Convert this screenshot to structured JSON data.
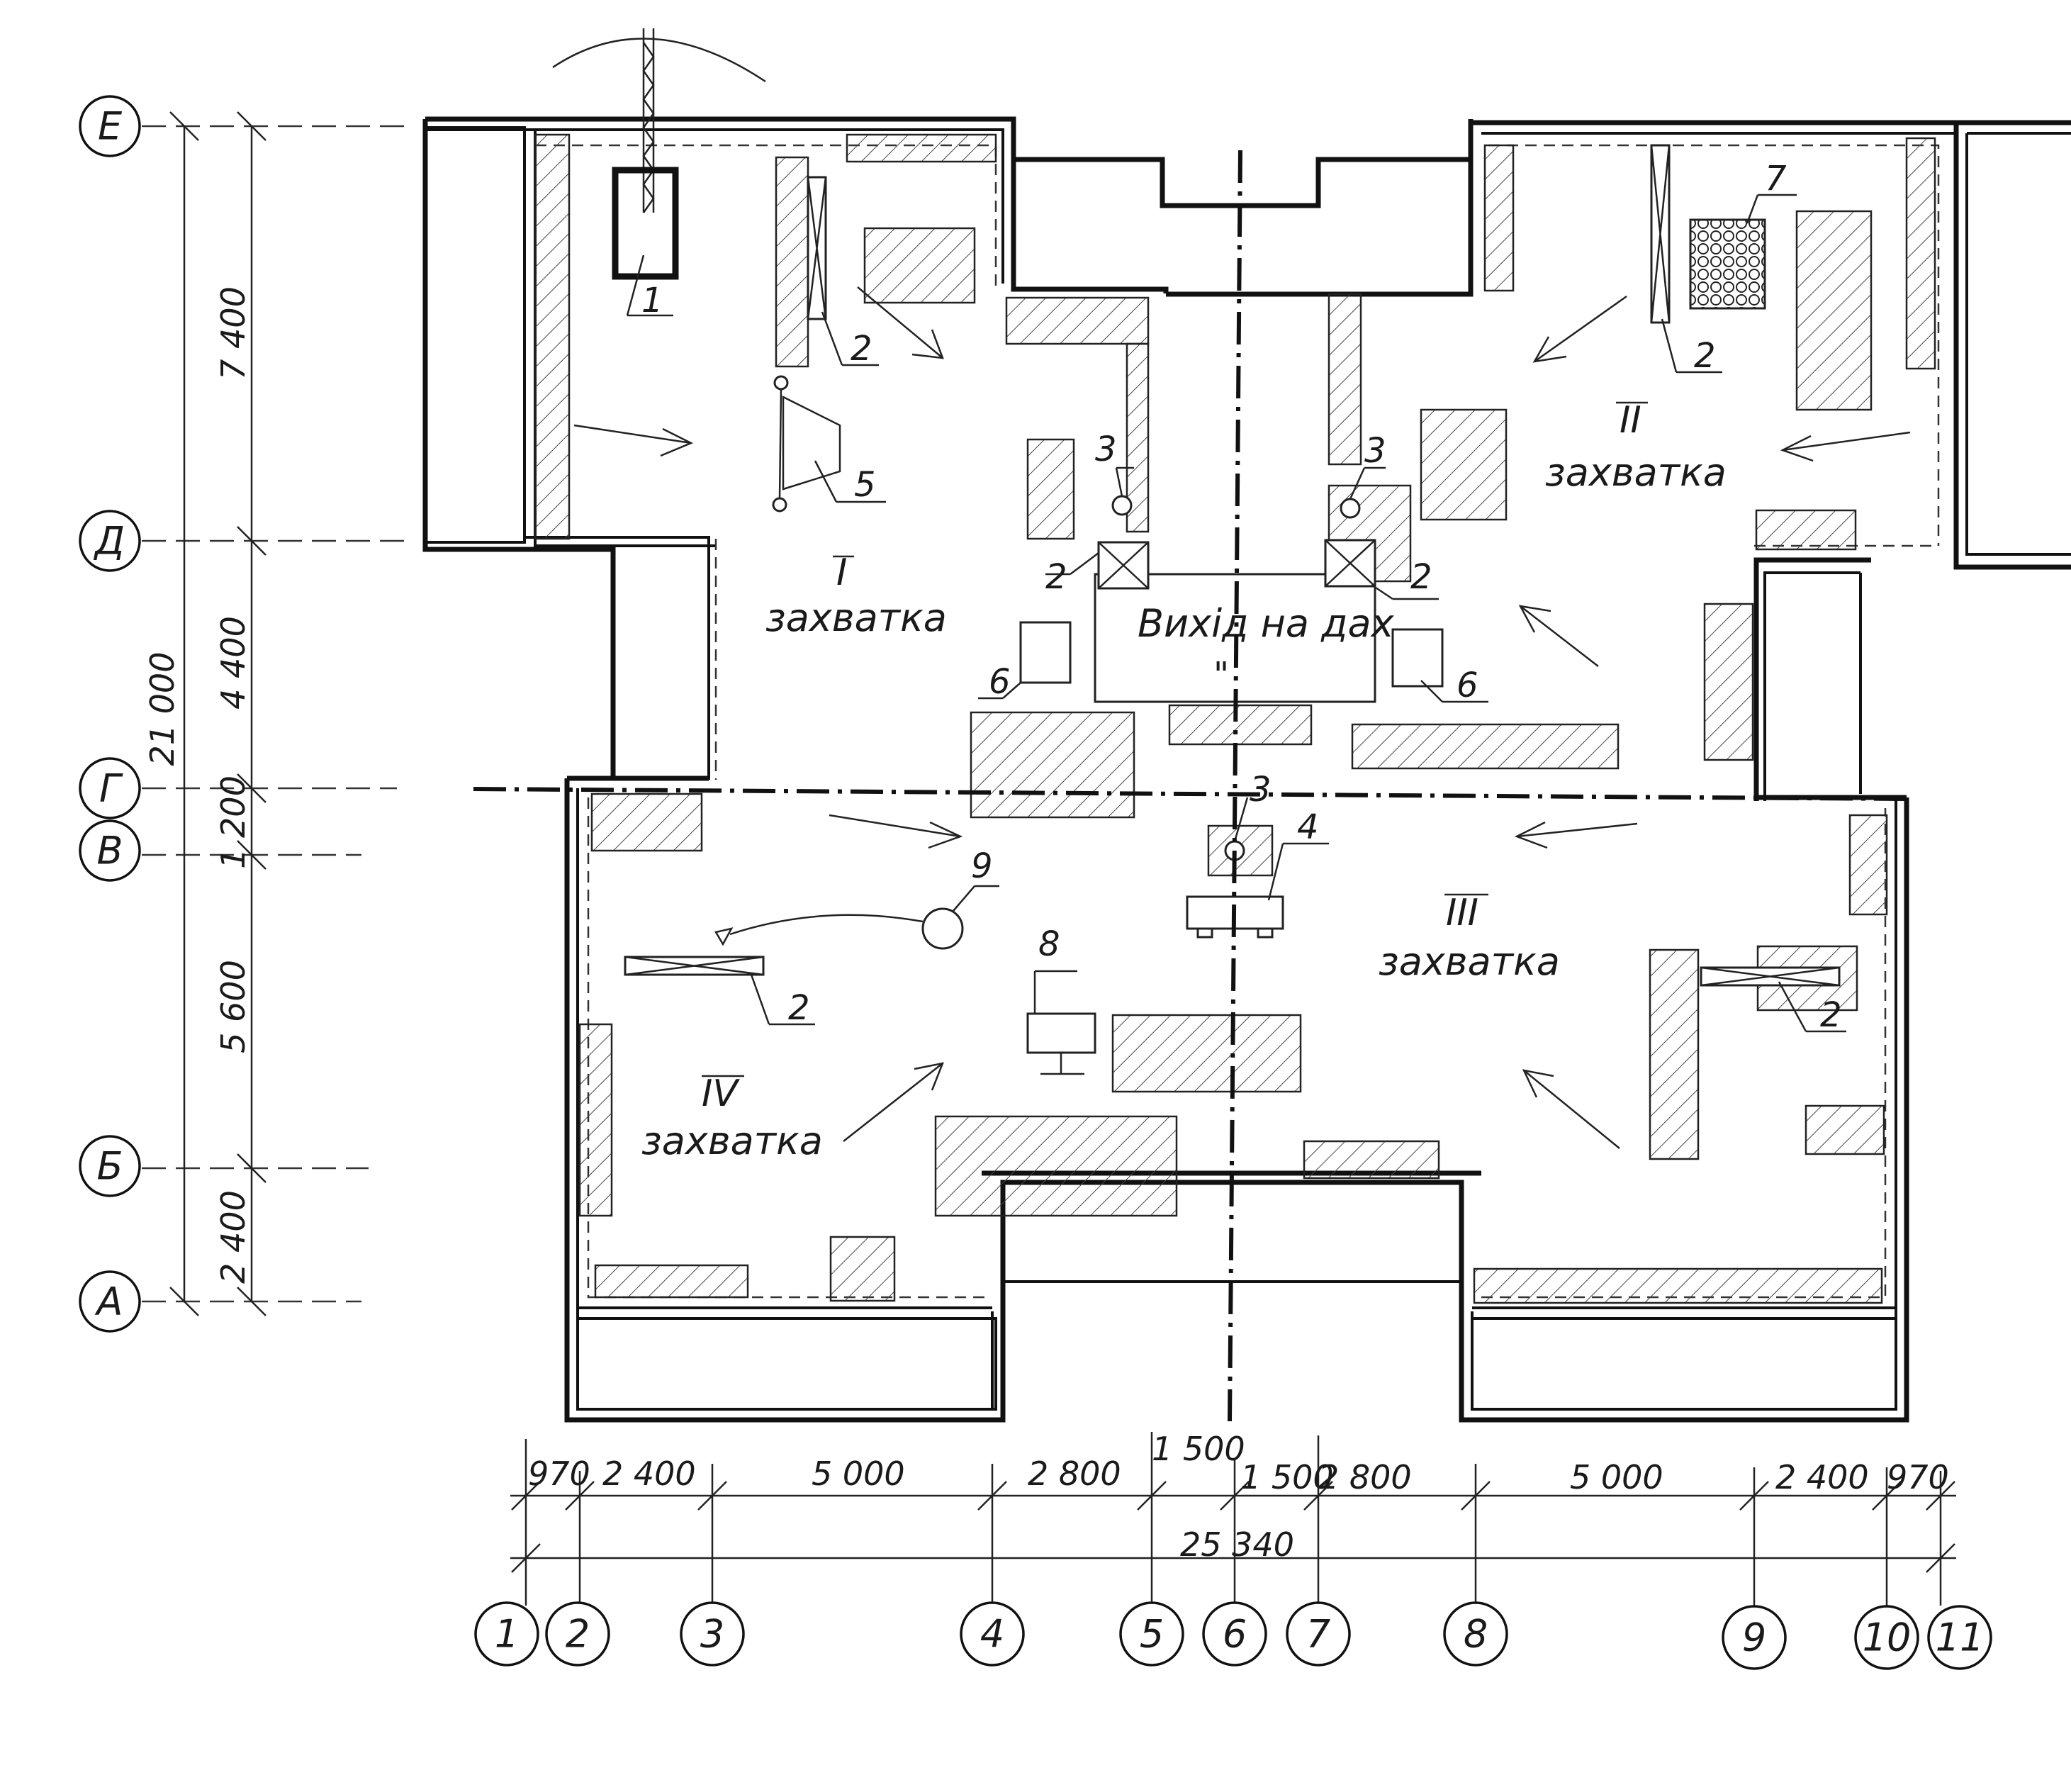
{
  "row_axes": [
    "Е",
    "Д",
    "Г",
    "В",
    "Б",
    "А"
  ],
  "column_axes": [
    "1",
    "2",
    "3",
    "4",
    "5",
    "6",
    "7",
    "8",
    "9",
    "10",
    "11"
  ],
  "vertical_dimensions": {
    "total": "21 000",
    "segments": [
      "7 400",
      "4 400",
      "1 200",
      "5 600",
      "2 400"
    ]
  },
  "horizontal_dimensions": {
    "segments": [
      "970",
      "2 400",
      "5 000",
      "2 800",
      "1 500",
      "1 500",
      "2 800",
      "5 000",
      "2 400",
      "970"
    ],
    "total": "25 340"
  },
  "zones": [
    {
      "roman": "I",
      "word": "захватка"
    },
    {
      "roman": "II",
      "word": "захватка"
    },
    {
      "roman": "III",
      "word": "захватка"
    },
    {
      "roman": "IV",
      "word": "захватка"
    }
  ],
  "exit_label": "Вихід на дах",
  "stray_mark": "\"",
  "callouts": {
    "c1": "1",
    "c2": "2",
    "c3": "3",
    "c4": "4",
    "c5": "5",
    "c6": "6",
    "c7": "7",
    "c8": "8",
    "c9": "9"
  }
}
